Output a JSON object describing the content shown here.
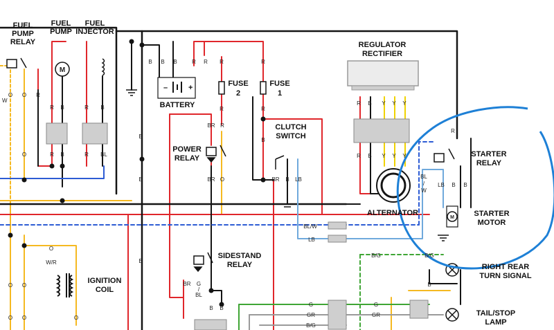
{
  "components": {
    "fuel_pump_relay": [
      "FUEL",
      "PUMP",
      "RELAY"
    ],
    "fuel_pump": [
      "FUEL",
      "PUMP"
    ],
    "fuel_injector": [
      "FUEL",
      "INJECTOR"
    ],
    "battery": "BATTERY",
    "fuse2": [
      "FUSE",
      "2"
    ],
    "fuse1": [
      "FUSE",
      "1"
    ],
    "regulator": [
      "REGULATOR",
      "RECTIFIER"
    ],
    "clutch_switch": [
      "CLUTCH",
      "SWITCH"
    ],
    "power_relay": [
      "POWER",
      "RELAY"
    ],
    "starter_relay": [
      "STARTER",
      "RELAY"
    ],
    "starter_motor": [
      "STARTER",
      "MOTOR"
    ],
    "alternator": "ALTERNATOR",
    "sidestand_relay": [
      "SIDESTAND",
      "RELAY"
    ],
    "ignition_coil": [
      "IGNITION",
      "COIL"
    ],
    "right_rear_turn": [
      "RIGHT REAR",
      "TURN SIGNAL"
    ],
    "tail_stop": [
      "TAIL/STOP",
      "LAMP"
    ]
  },
  "battery_terminals": {
    "minus": "–",
    "plus": "+"
  },
  "wire_codes": {
    "o": "O",
    "r": "R",
    "b": "B",
    "bl": "BL",
    "w": "W",
    "br": "BR",
    "lb": "LB",
    "y": "Y",
    "g": "G",
    "gr": "GR",
    "bg": "B/G",
    "wr": "W/R",
    "blw": "BL/W",
    "bl_slash": "/",
    "bl_w_stack": "BL / W"
  },
  "colors": {
    "red": "#e0262b",
    "black": "#141414",
    "orange": "#f5b921",
    "blue": "#2c5bd4",
    "lightblue": "#6fa9dc",
    "yellow": "#f0d200",
    "green": "#3fa535",
    "gray": "#9a9a9a",
    "annotation": "#1e80d6"
  },
  "annotation": {
    "shape": "hand-drawn circle",
    "encloses": "starter relay and starter motor"
  }
}
